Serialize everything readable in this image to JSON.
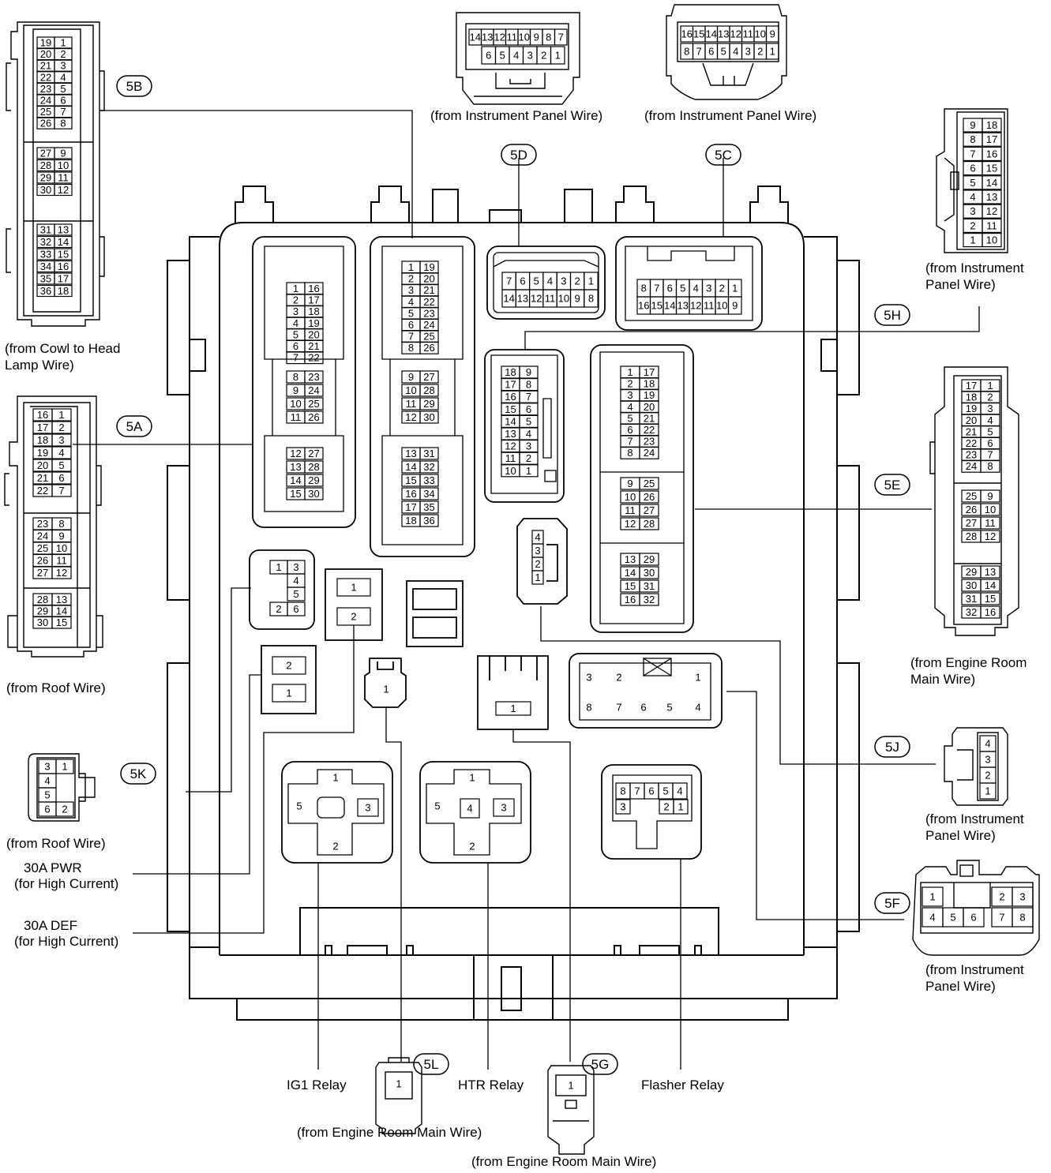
{
  "captions": {
    "cowl_head_1": "(from Cowl to Head",
    "cowl_head_2": "Lamp Wire)",
    "roof_5a": "(from Roof Wire)",
    "roof_5k": "(from Roof Wire)",
    "ip_5d": "(from Instrument Panel Wire)",
    "ip_5c": "(from Instrument Panel Wire)",
    "ip_5h_1": "(from Instrument",
    "ip_5h_2": "Panel Wire)",
    "erm_5e_1": "(from Engine Room",
    "erm_5e_2": "Main Wire)",
    "ip_5j_1": "(from Instrument",
    "ip_5j_2": "Panel Wire)",
    "ip_5f_1": "(from Instrument",
    "ip_5f_2": "Panel Wire)",
    "erm_5l": "(from Engine Room Main Wire)",
    "erm_5g": "(from Engine Room Main Wire)",
    "pwr_1": "30A PWR",
    "pwr_2": "(for High Current)",
    "def_1": "30A DEF",
    "def_2": "(for High Current)",
    "ig1": "IG1 Relay",
    "htr": "HTR Relay",
    "flasher": "Flasher Relay"
  },
  "tags": {
    "t5A": "5A",
    "t5B": "5B",
    "t5C": "5C",
    "t5D": "5D",
    "t5E": "5E",
    "t5F": "5F",
    "t5G": "5G",
    "t5H": "5H",
    "t5J": "5J",
    "t5K": "5K",
    "t5L": "5L"
  },
  "pins": {
    "c5b_ext": [
      "19",
      "1",
      "20",
      "2",
      "21",
      "3",
      "22",
      "4",
      "23",
      "5",
      "24",
      "6",
      "25",
      "7",
      "26",
      "8",
      "27",
      "9",
      "28",
      "10",
      "29",
      "11",
      "30",
      "12",
      "31",
      "13",
      "32",
      "14",
      "33",
      "15",
      "34",
      "16",
      "35",
      "17",
      "36",
      "18"
    ],
    "c5a_ext": [
      "16",
      "1",
      "17",
      "2",
      "18",
      "3",
      "19",
      "4",
      "20",
      "5",
      "21",
      "6",
      "22",
      "7",
      "23",
      "8",
      "24",
      "9",
      "25",
      "10",
      "26",
      "11",
      "27",
      "12",
      "28",
      "13",
      "29",
      "14",
      "30",
      "15"
    ],
    "c5d_ext": [
      "14",
      "13",
      "12",
      "11",
      "10",
      "9",
      "8",
      "7",
      "6",
      "5",
      "4",
      "3",
      "2",
      "1"
    ],
    "c5c_ext": [
      "16",
      "15",
      "14",
      "13",
      "12",
      "11",
      "10",
      "9",
      "8",
      "7",
      "6",
      "5",
      "4",
      "3",
      "2",
      "1"
    ],
    "c5h_ext": [
      "9",
      "18",
      "8",
      "17",
      "7",
      "16",
      "6",
      "15",
      "5",
      "14",
      "4",
      "13",
      "3",
      "12",
      "2",
      "11",
      "1",
      "10"
    ],
    "c5e_ext": [
      "17",
      "1",
      "18",
      "2",
      "19",
      "3",
      "20",
      "4",
      "21",
      "5",
      "22",
      "6",
      "23",
      "7",
      "24",
      "8",
      "25",
      "9",
      "26",
      "10",
      "27",
      "11",
      "28",
      "12",
      "29",
      "13",
      "30",
      "14",
      "31",
      "15",
      "32",
      "16"
    ],
    "c5k_ext": [
      "3",
      "1",
      "4",
      "5",
      "6",
      "2"
    ],
    "c5j_ext": [
      "4",
      "3",
      "2",
      "1"
    ],
    "c5f_ext": [
      "1",
      "2",
      "3",
      "4",
      "5",
      "6",
      "7",
      "8"
    ],
    "c5l_ext": [
      "1"
    ],
    "c5g_ext": [
      "1"
    ],
    "box_5a": [
      "1",
      "16",
      "2",
      "17",
      "3",
      "18",
      "4",
      "19",
      "5",
      "20",
      "6",
      "21",
      "7",
      "22",
      "8",
      "23",
      "9",
      "24",
      "10",
      "25",
      "11",
      "26",
      "12",
      "27",
      "13",
      "28",
      "14",
      "29",
      "15",
      "30"
    ],
    "box_5b": [
      "1",
      "19",
      "2",
      "20",
      "3",
      "21",
      "4",
      "22",
      "5",
      "23",
      "6",
      "24",
      "7",
      "25",
      "8",
      "26",
      "9",
      "27",
      "10",
      "28",
      "11",
      "29",
      "12",
      "30",
      "13",
      "31",
      "14",
      "32",
      "15",
      "33",
      "16",
      "34",
      "17",
      "35",
      "18",
      "36"
    ],
    "box_5d": [
      "7",
      "6",
      "5",
      "4",
      "3",
      "2",
      "1",
      "14",
      "13",
      "12",
      "11",
      "10",
      "9",
      "8"
    ],
    "box_5c": [
      "8",
      "7",
      "6",
      "5",
      "4",
      "3",
      "2",
      "1",
      "16",
      "15",
      "14",
      "13",
      "12",
      "11",
      "10",
      "9"
    ],
    "box_5h": [
      "18",
      "9",
      "17",
      "8",
      "16",
      "7",
      "15",
      "6",
      "14",
      "5",
      "13",
      "4",
      "12",
      "3",
      "11",
      "2",
      "10",
      "1"
    ],
    "box_5e": [
      "1",
      "17",
      "2",
      "18",
      "3",
      "19",
      "4",
      "20",
      "5",
      "21",
      "6",
      "22",
      "7",
      "23",
      "8",
      "24",
      "9",
      "25",
      "10",
      "26",
      "11",
      "27",
      "12",
      "28",
      "13",
      "29",
      "14",
      "30",
      "15",
      "31",
      "16",
      "32"
    ],
    "box_5k": [
      "1",
      "3",
      "4",
      "5",
      "2",
      "6"
    ],
    "box_pwr": [
      "2",
      "1"
    ],
    "box_def": [
      "1",
      "2"
    ],
    "box_5j": [
      "4",
      "3",
      "2",
      "1"
    ],
    "box_5f": [
      "3",
      "2",
      "1",
      "8",
      "7",
      "6",
      "5",
      "4"
    ],
    "box_5l": [
      "1"
    ],
    "box_5g": [
      "1"
    ],
    "relay_ig1": [
      "1",
      "5",
      "3",
      "2"
    ],
    "relay_htr": [
      "1",
      "5",
      "4",
      "3",
      "2"
    ],
    "relay_flasher": [
      "8",
      "7",
      "6",
      "5",
      "4",
      "3",
      "2",
      "1"
    ]
  }
}
